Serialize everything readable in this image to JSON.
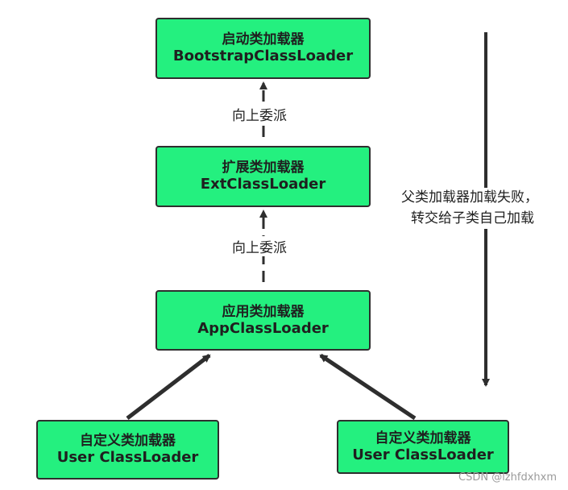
{
  "nodes": {
    "bootstrap": {
      "title": "启动类加载器",
      "name": "BootstrapClassLoader"
    },
    "ext": {
      "title": "扩展类加载器",
      "name": "ExtClassLoader"
    },
    "app": {
      "title": "应用类加载器",
      "name": "AppClassLoader"
    },
    "user_left": {
      "title": "自定义类加载器",
      "name": "User ClassLoader"
    },
    "user_right": {
      "title": "自定义类加载器",
      "name": "User ClassLoader"
    }
  },
  "edge_labels": {
    "delegate_1": "向上委派",
    "delegate_2": "向上委派"
  },
  "side_note": {
    "line1": "父类加载器加载失败，",
    "line2": "转交给子类自己加载"
  },
  "watermark": "CSDN @lzhfdxhxm",
  "colors": {
    "node_fill": "#24f07f",
    "stroke": "#2e2e2e"
  }
}
